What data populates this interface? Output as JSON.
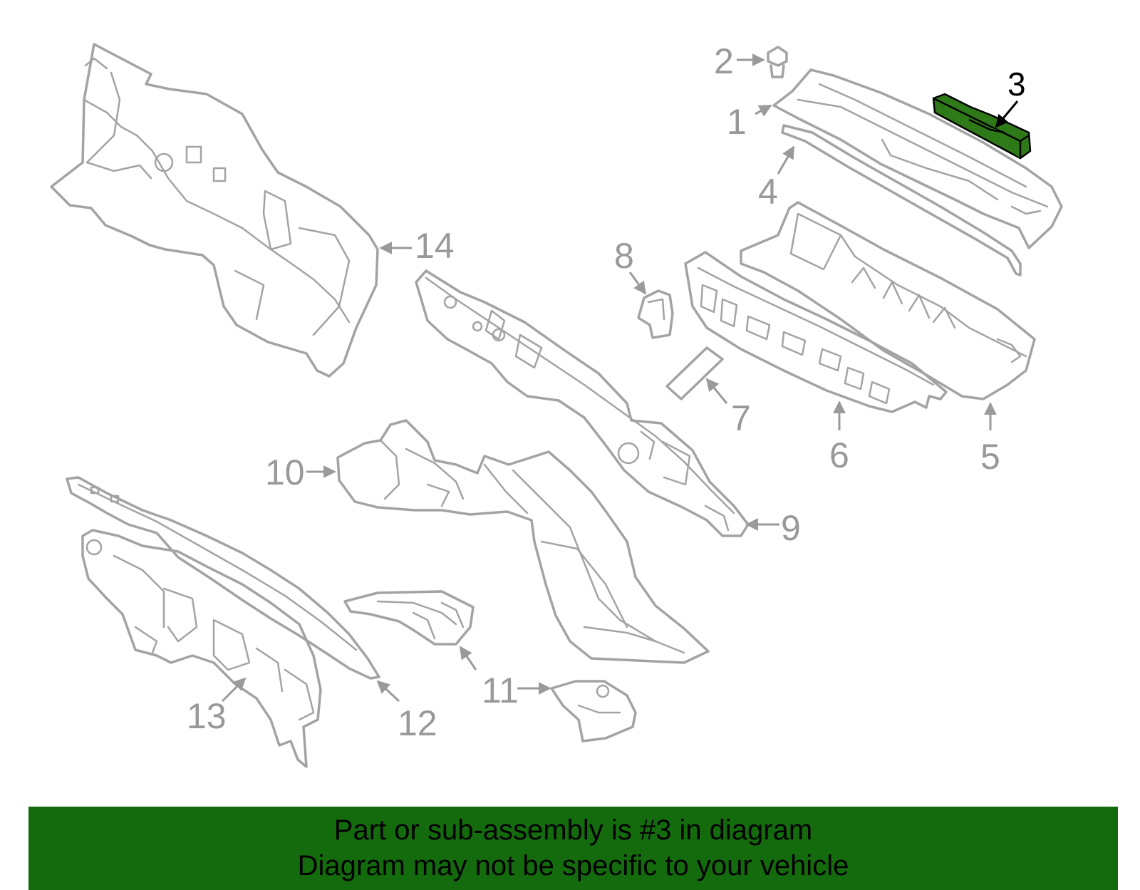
{
  "diagram": {
    "callouts": [
      "1",
      "2",
      "3",
      "4",
      "5",
      "6",
      "7",
      "8",
      "9",
      "10",
      "11",
      "12",
      "13",
      "14"
    ],
    "selected_part": "3",
    "colors": {
      "highlight": "#2f7a18",
      "outline": "#a3a3a3",
      "banner": "#146b0e"
    }
  },
  "banner": {
    "line1": "Part or sub-assembly is #3 in diagram",
    "line2": "Diagram may not be specific to your vehicle"
  }
}
